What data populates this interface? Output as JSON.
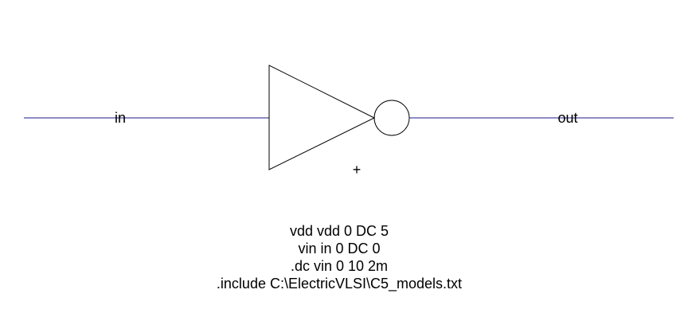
{
  "nets": {
    "input_label": "in",
    "output_label": "out"
  },
  "symbol": {
    "cross_mark": "+"
  },
  "spice_code": [
    "vdd vdd 0 DC 5",
    "vin in 0 DC 0",
    ".dc vin 0 10 2m",
    ".include C:\\ElectricVLSI\\C5_models.txt"
  ],
  "colors": {
    "wire": "#1a1a8c",
    "symbol": "#000000",
    "background": "#ffffff"
  }
}
